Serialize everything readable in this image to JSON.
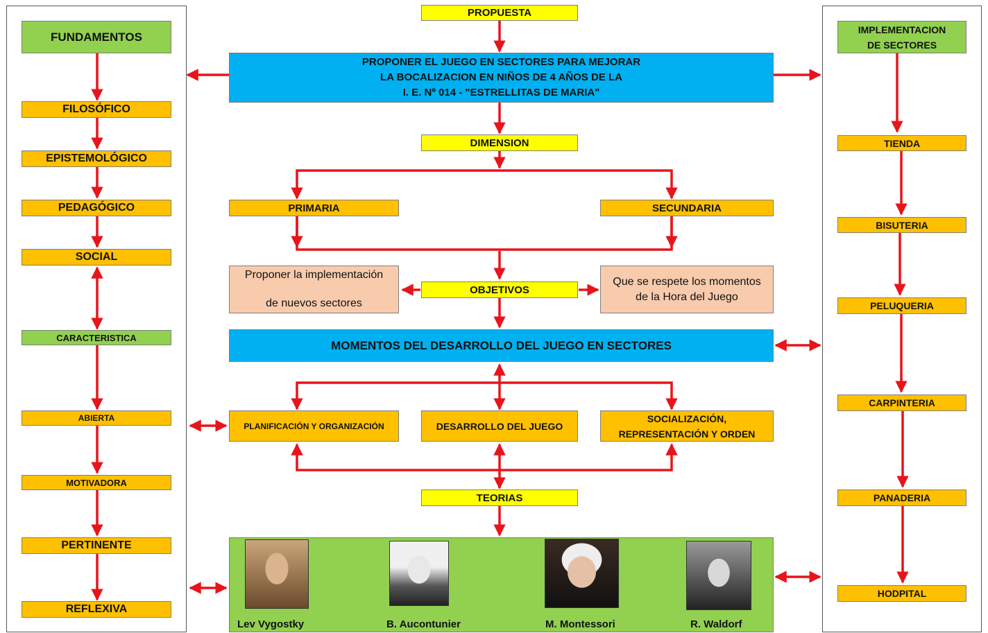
{
  "top": {
    "propuesta": "PROPUESTA",
    "proposal_lines": [
      "PROPONER EL JUEGO EN SECTORES PARA MEJORAR",
      "LA BOCALIZACION EN NIÑOS DE 4 AÑOS DE LA",
      "I. E. Nº 014 - \"ESTRELLITAS DE MARIA\""
    ],
    "dimension": "DIMENSION",
    "primaria": "PRIMARIA",
    "secundaria": "SECUNDARIA",
    "objetivos": "OBJETIVOS",
    "objective_left_1": "Proponer la implementación",
    "objective_left_2": "de  nuevos sectores",
    "objective_right": "Que se respete los momentos de la Hora del Juego",
    "momentos": "MOMENTOS DEL DESARROLLO DEL JUEGO EN SECTORES",
    "planificacion": "PLANIFICACIÓN Y ORGANIZACIÓN",
    "desarrollo": "DESARROLLO DEL JUEGO",
    "socializacion": "SOCIALIZACIÓN, REPRESENTACIÓN Y ORDEN",
    "teorias": "TEORIAS"
  },
  "theorists": [
    "Lev Vygostky",
    "B. Aucontunier",
    "M. Montessori",
    "R. Waldorf"
  ],
  "left": {
    "fundamentos": "FUNDAMENTOS",
    "items_a": [
      "FILOSÓFICO",
      "EPISTEMOLÓGICO",
      "PEDAGÓGICO",
      "SOCIAL"
    ],
    "caracteristica": "CARACTERISTICA",
    "items_b": [
      "ABIERTA",
      "MOTIVADORA",
      "PERTINENTE",
      "REFLEXIVA"
    ]
  },
  "right": {
    "title": "IMPLEMENTACION DE SECTORES",
    "items": [
      "TIENDA",
      "BISUTERIA",
      "PELUQUERIA",
      "CARPINTERIA",
      "PANADERIA",
      "HODPITAL"
    ]
  },
  "colors": {
    "yellow": "#ffff00",
    "orange": "#ffc000",
    "green": "#92d050",
    "blue": "#00b0f0",
    "peach": "#f8cbad",
    "arrow": "#e8141b"
  }
}
